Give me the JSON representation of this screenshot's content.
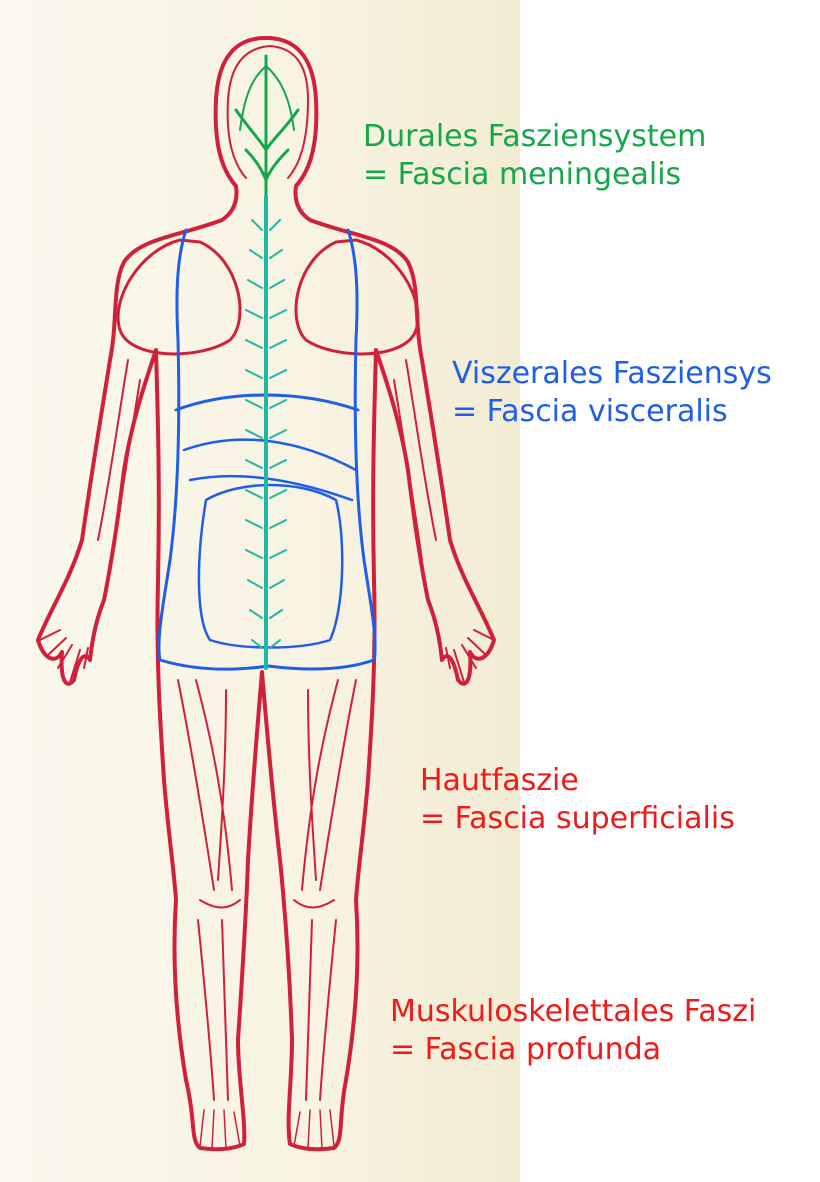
{
  "colors": {
    "dural": "#15a84a",
    "visceral": "#1f5fe6",
    "superficial": "#ee1b1b",
    "body_outline": "#d0203a",
    "spine": "#1fb7a6"
  },
  "labels": {
    "dural": {
      "line1": "Durales Fasziensystem",
      "line2": "= Fascia meningealis"
    },
    "visceral": {
      "line1": "Viszerales Fasziensys",
      "line2": "= Fascia visceralis"
    },
    "skin": {
      "line1": "Hautfaszie",
      "line2": "= Fascia superficialis"
    },
    "muscle": {
      "line1": "Muskuloskelettales Faszi",
      "line2": "= Fascia profunda"
    }
  }
}
